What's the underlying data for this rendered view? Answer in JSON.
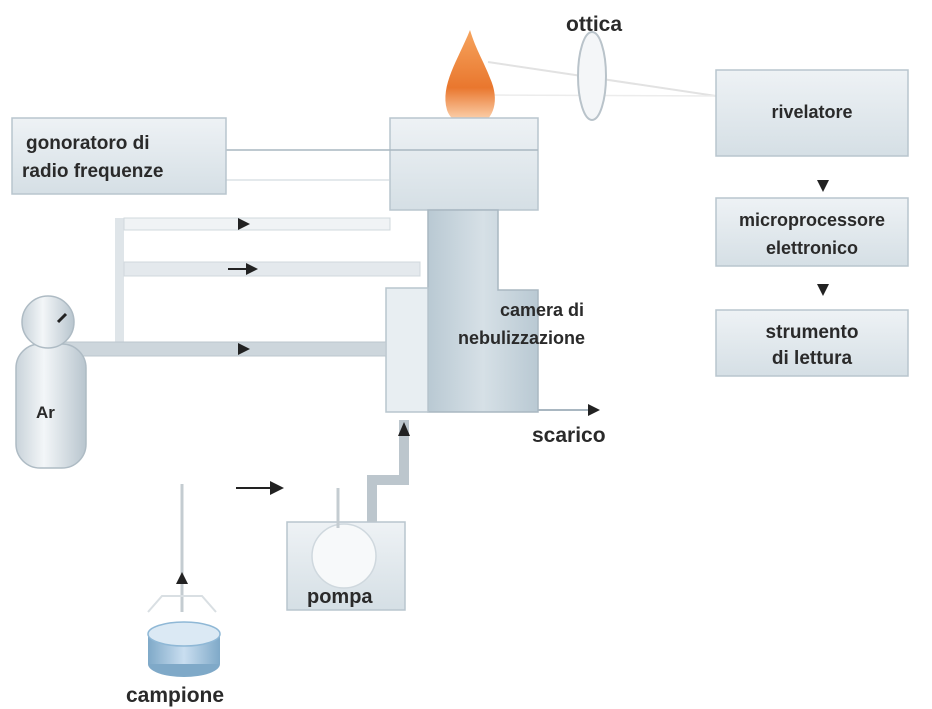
{
  "labels": {
    "ottica": "ottica",
    "generatore_line1": "gonoratoro di",
    "generatore_line2": "radio frequenze",
    "rivelatore": "rivelatore",
    "microprocessore_line1": "microprocessore",
    "microprocessore_line2": "elettronico",
    "strumento_line1": "strumento",
    "strumento_line2": "di lettura",
    "camera_line1": "camera di",
    "camera_line2": "nebulizzazione",
    "scarico": "scarico",
    "argon": "Ar",
    "pompa": "pompa",
    "campione": "campione"
  },
  "colors": {
    "box_fill": "#e4ebef",
    "box_stroke": "#9fb1bc",
    "chamber_fill": "#c9d6de",
    "flame": "#f08a3c",
    "sample": "#8fb8d6",
    "line": "#c8cfd4"
  }
}
